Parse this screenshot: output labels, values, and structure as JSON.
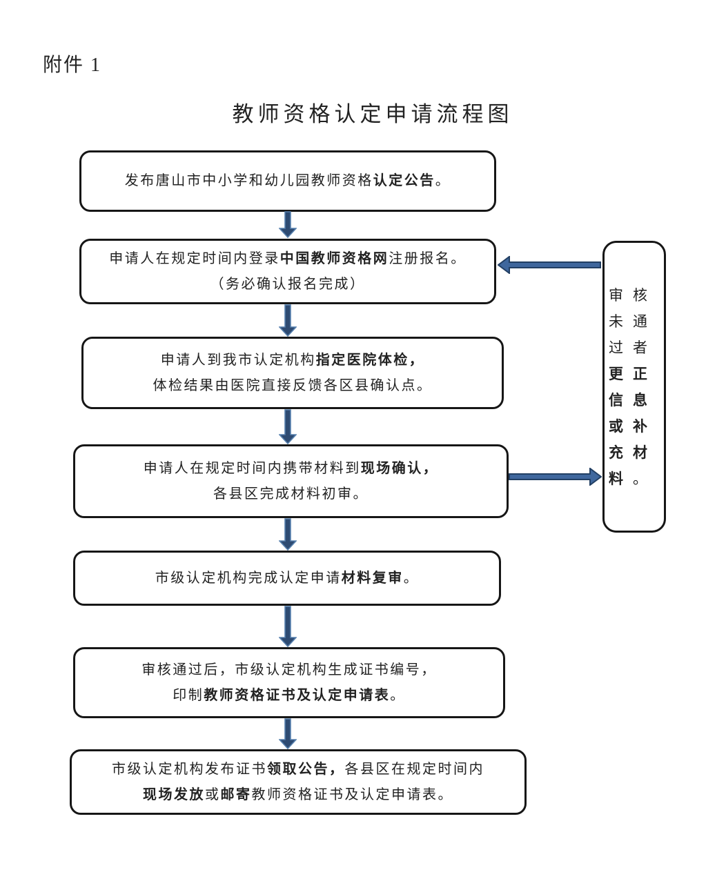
{
  "page": {
    "attachment_label": "附件 1",
    "title": "教师资格认定申请流程图"
  },
  "colors": {
    "background": "#ffffff",
    "text": "#222222",
    "box_border": "#161616",
    "arrow_vertical_fill": "#2e4b72",
    "arrow_vertical_stroke": "#5680ae",
    "arrow_horizontal_fill": "#3f679d",
    "arrow_horizontal_stroke": "#223f63"
  },
  "flow": {
    "steps": [
      {
        "lines": [
          [
            {
              "text": "发布唐山市中小学和幼儿园教师资格"
            },
            {
              "text": "认定公告",
              "bold": true
            },
            {
              "text": "。"
            }
          ]
        ]
      },
      {
        "lines": [
          [
            {
              "text": "申请人在规定时间内登录"
            },
            {
              "text": "中国教师资格网",
              "bold": true
            },
            {
              "text": "注册报名。"
            }
          ],
          [
            {
              "text": "（务必确认报名完成）"
            }
          ]
        ]
      },
      {
        "lines": [
          [
            {
              "text": "申请人到我市认定机构"
            },
            {
              "text": "指定医院体检，",
              "bold": true
            }
          ],
          [
            {
              "text": "体检结果由医院直接反馈各区县确认点。"
            }
          ]
        ]
      },
      {
        "lines": [
          [
            {
              "text": "申请人在规定时间内携带材料到"
            },
            {
              "text": "现场确认，",
              "bold": true
            }
          ],
          [
            {
              "text": "各县区完成材料初审。"
            }
          ]
        ]
      },
      {
        "lines": [
          [
            {
              "text": "市级认定机构完成认定申请"
            },
            {
              "text": "材料复审",
              "bold": true
            },
            {
              "text": "。"
            }
          ]
        ]
      },
      {
        "lines": [
          [
            {
              "text": "审核通过后，市级认定机构生成证书编号，"
            }
          ],
          [
            {
              "text": "印制"
            },
            {
              "text": "教师资格证书及认定申请表",
              "bold": true
            },
            {
              "text": "。"
            }
          ]
        ]
      },
      {
        "lines": [
          [
            {
              "text": "市级认定机构发布证书"
            },
            {
              "text": "领取公告，",
              "bold": true
            },
            {
              "text": "各县区在规定时间内"
            }
          ],
          [
            {
              "text": "现场发放",
              "bold": true
            },
            {
              "text": "或"
            },
            {
              "text": "邮寄",
              "bold": true
            },
            {
              "text": "教师资格证书及认定申请表。"
            }
          ]
        ]
      }
    ],
    "side_note": {
      "lines": [
        [
          {
            "text": "审核未通过者"
          },
          {
            "text": "更正信息或补充材料",
            "bold": true
          },
          {
            "text": "。"
          }
        ]
      ]
    },
    "connections": [
      {
        "from": "step-1",
        "to": "step-2",
        "direction": "down"
      },
      {
        "from": "step-2",
        "to": "step-3",
        "direction": "down"
      },
      {
        "from": "step-3",
        "to": "step-4",
        "direction": "down"
      },
      {
        "from": "step-4",
        "to": "step-5",
        "direction": "down"
      },
      {
        "from": "step-5",
        "to": "step-6",
        "direction": "down"
      },
      {
        "from": "step-6",
        "to": "step-7",
        "direction": "down"
      },
      {
        "from": "side-note",
        "to": "step-2",
        "direction": "left"
      },
      {
        "from": "step-4",
        "to": "side-note",
        "direction": "right"
      }
    ]
  }
}
